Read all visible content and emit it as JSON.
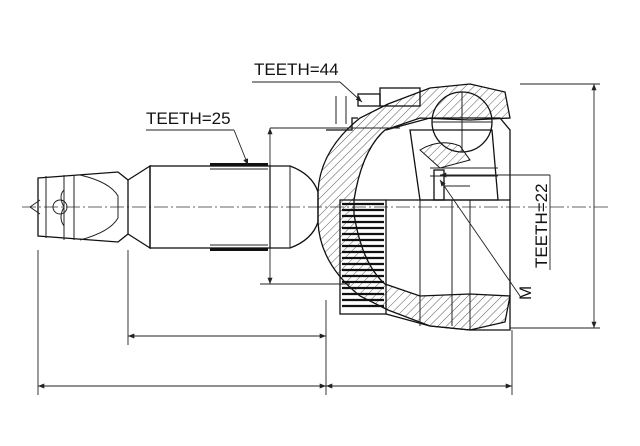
{
  "drawing": {
    "labels": {
      "outer_teeth": "TEETH=44",
      "shaft_teeth": "TEETH=25",
      "inner_teeth": "TEETH=22",
      "thread": "M"
    }
  }
}
